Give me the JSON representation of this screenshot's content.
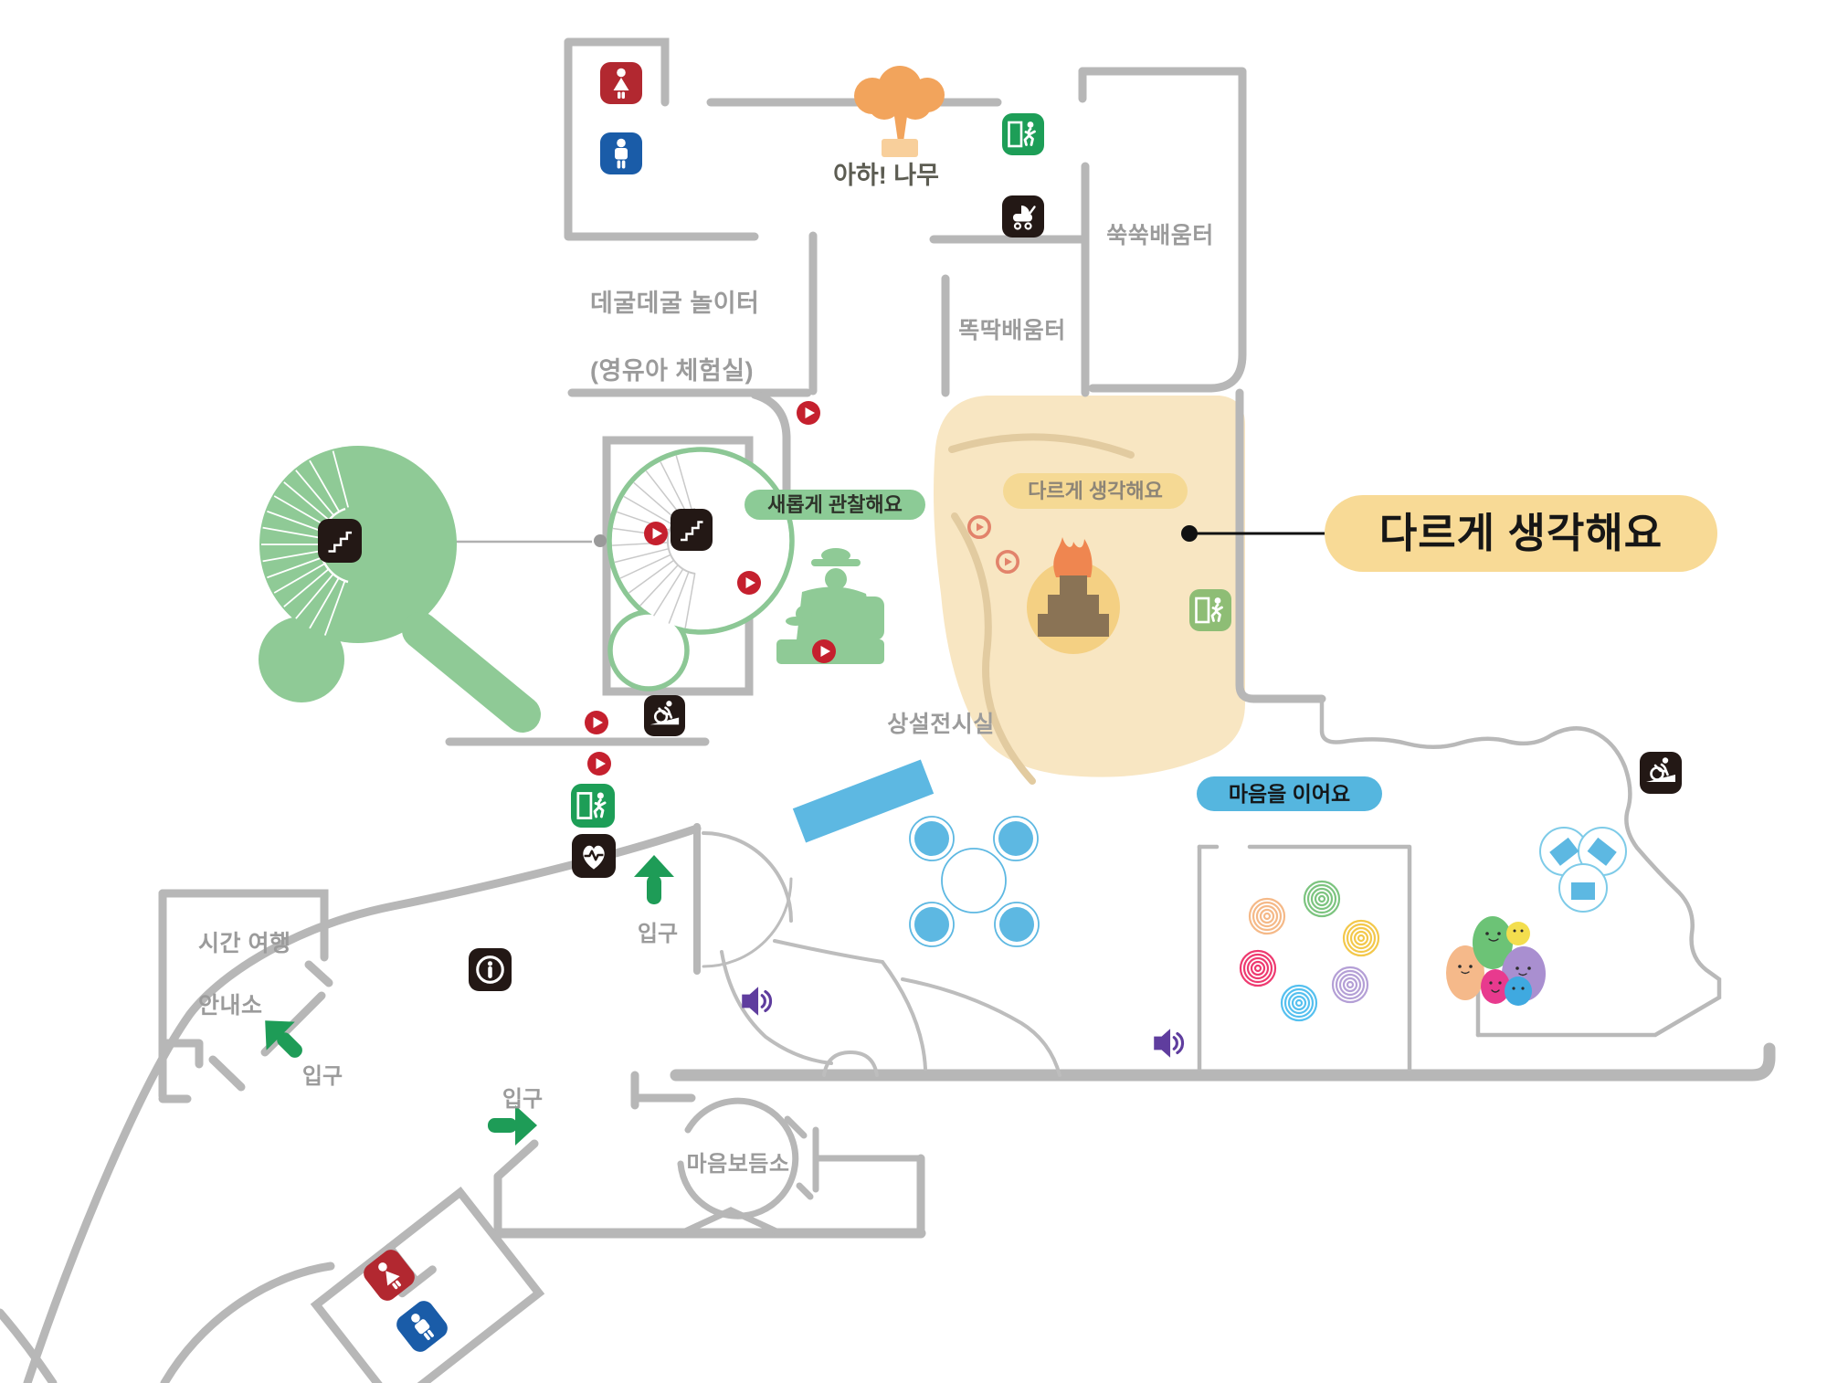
{
  "labels": {
    "aha_tree": "아하! 나무",
    "ssukssuk": "쑥쑥배움터",
    "ttokttak": "똑딱배움터",
    "degul_line1": "데굴데굴 놀이터",
    "degul_line2": "(영유아 체험실)",
    "permanent_hall": "상설전시실",
    "time_travel_line1": "시간 여행",
    "time_travel_line2": "안내소",
    "maeum_bodeumso": "마음보듬소"
  },
  "badges": {
    "observe": "새롭게 관찰해요",
    "think_zone": "다르게 생각해요",
    "connect": "마음을 이어요"
  },
  "callout": {
    "think": "다르게 생각해요"
  },
  "entrances": [
    {
      "label": "입구"
    },
    {
      "label": "입구"
    },
    {
      "label": "입구"
    }
  ],
  "icons": [
    "women-restroom-icon",
    "men-restroom-icon",
    "emergency-exit-icon",
    "stroller-icon",
    "wheelchair-accessible-icon",
    "aed-icon",
    "information-icon",
    "stairs-icon",
    "audio-play-icon",
    "speaker-icon",
    "entrance-arrow-icon",
    "bonfire-icon",
    "aha-tree-icon"
  ],
  "colors": {
    "wall": "#b7b7b7",
    "zone_highlight": "#f8e6c2",
    "zone_badge_bg": "#f5d994",
    "callout_bg": "#f8da96",
    "green_area": "#8fca96",
    "observe_badge_bg": "#8ccb96",
    "connect_badge_bg": "#55b6df",
    "exit_green": "#1d9e57",
    "exit_green_light": "#8ebd75",
    "restroom_red": "#b22830",
    "restroom_blue": "#1a5ca8",
    "icon_black": "#231815",
    "play_red": "#c5202e",
    "play_soft": "#e2836b",
    "speaker_purple": "#5f3d9e",
    "furniture_blue": "#5db8e2",
    "entrance_arrow_green": "#1e9c57",
    "tree_orange": "#f2a45c",
    "label_gray": "#9b9b9b"
  }
}
